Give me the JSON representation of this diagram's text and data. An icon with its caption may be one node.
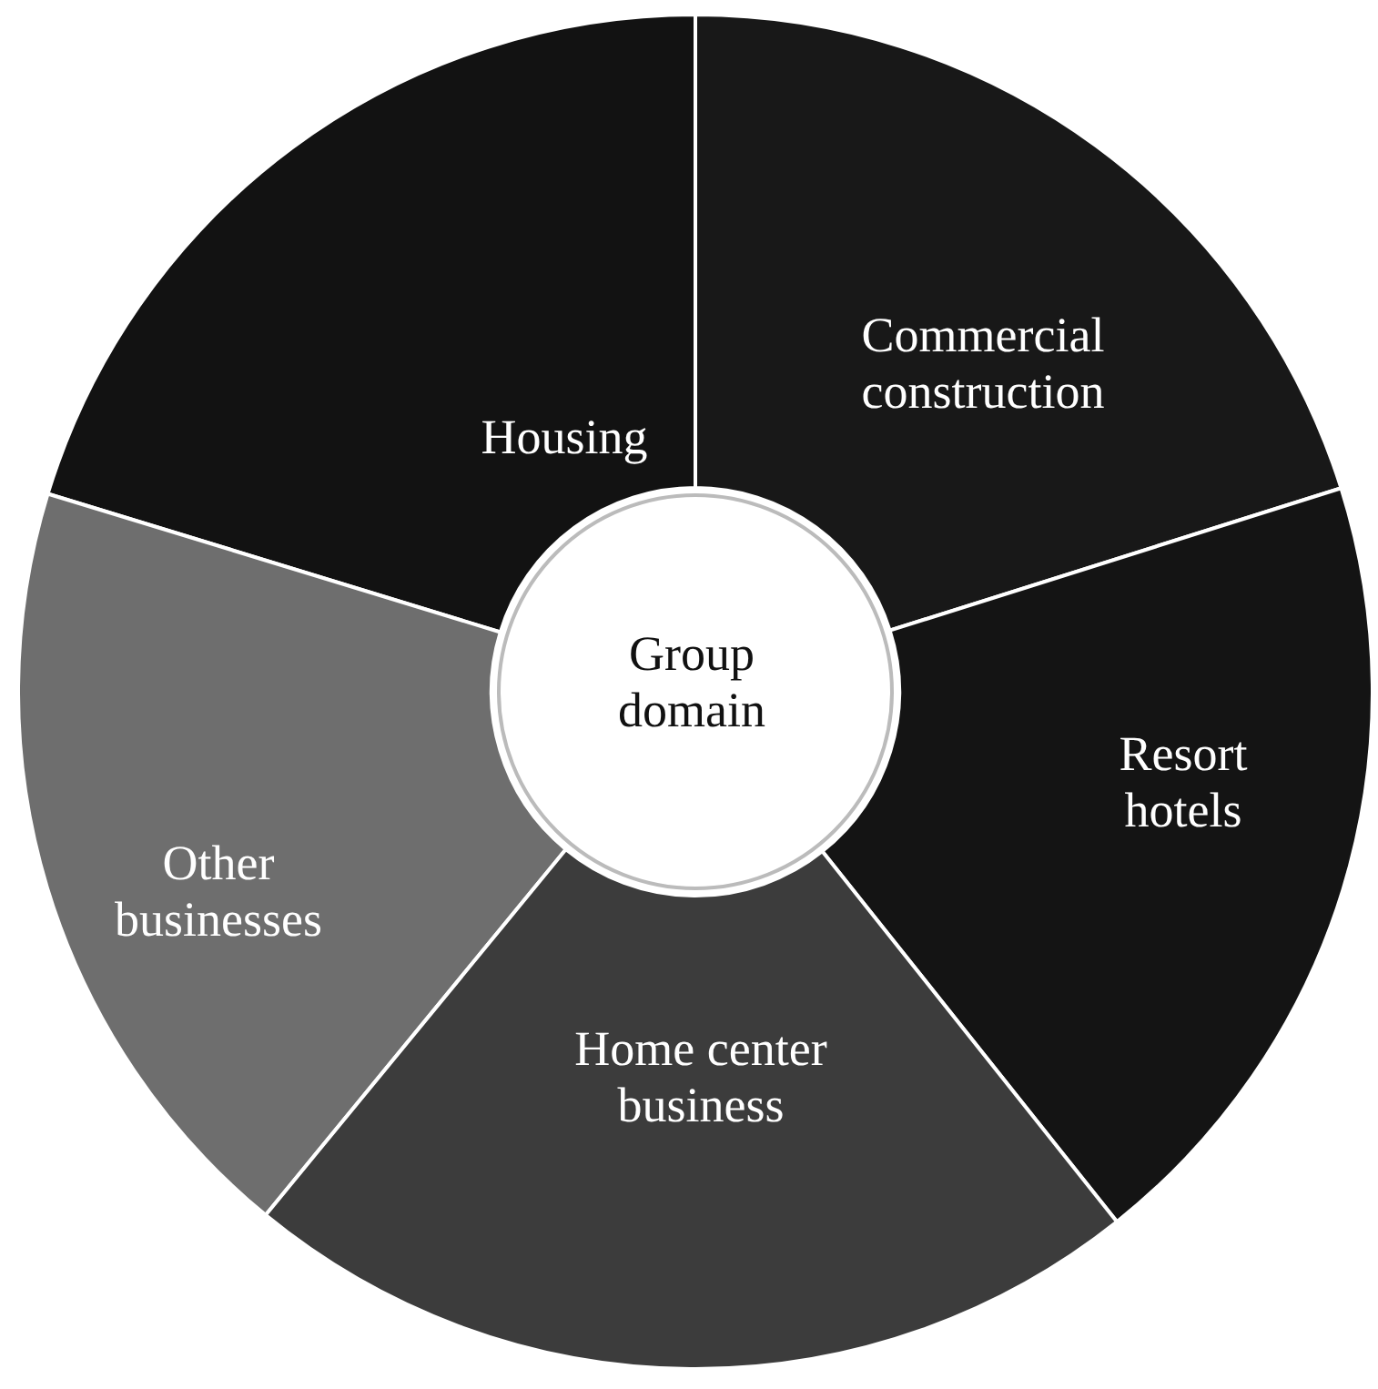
{
  "diagram": {
    "nodes": [
      {
        "text": [
          "Housing"
        ]
      },
      {
        "text": [
          "Commercial construction"
        ]
      },
      {
        "text": [
          "Group domain"
        ]
      },
      {
        "text": [
          "Resort hotels"
        ]
      },
      {
        "text": [
          "Other businesses"
        ]
      },
      {
        "text": [
          "Home center business"
        ]
      }
    ]
  }
}
